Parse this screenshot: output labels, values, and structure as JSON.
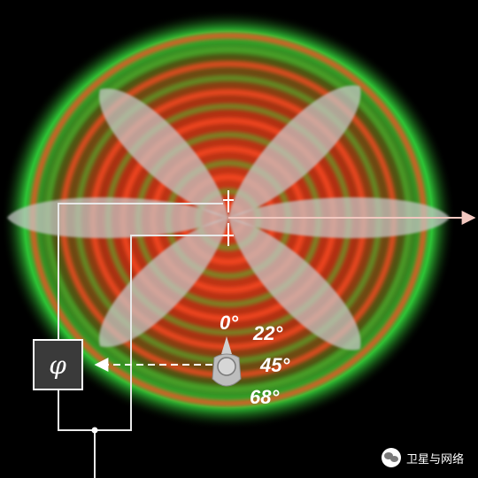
{
  "phase_shifter": {
    "symbol": "φ"
  },
  "angle_selector": {
    "options": [
      "0°",
      "22°",
      "45°",
      "68°"
    ]
  },
  "watermark": {
    "text": "卫星与网络"
  },
  "colors": {
    "background": "#000000",
    "ring_red": "#d83a1a",
    "ring_green": "#35c43a",
    "lobe_fill": "#c9c9c9",
    "wire": "#e8e8e8",
    "arrow": "#f2c8c0"
  }
}
